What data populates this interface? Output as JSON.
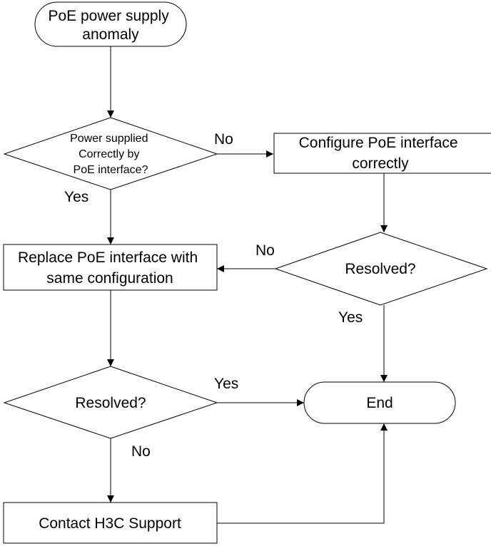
{
  "nodes": {
    "start": {
      "lines": [
        "PoE power supply",
        "anomaly"
      ]
    },
    "decision_power": {
      "lines": [
        "Power supplied",
        "Correctly by",
        "PoE interface?"
      ]
    },
    "configure": {
      "lines": [
        "Configure PoE interface",
        "correctly"
      ]
    },
    "resolved_right": {
      "lines": [
        "Resolved?"
      ]
    },
    "replace": {
      "lines": [
        "Replace PoE interface with",
        "same configuration"
      ]
    },
    "resolved_left": {
      "lines": [
        "Resolved?"
      ]
    },
    "end": {
      "lines": [
        "End"
      ]
    },
    "contact": {
      "lines": [
        "Contact H3C Support"
      ]
    }
  },
  "edge_labels": {
    "power_no": "No",
    "power_yes": "Yes",
    "resolved_right_no": "No",
    "resolved_right_yes": "Yes",
    "resolved_left_yes": "Yes",
    "resolved_left_no": "No"
  }
}
